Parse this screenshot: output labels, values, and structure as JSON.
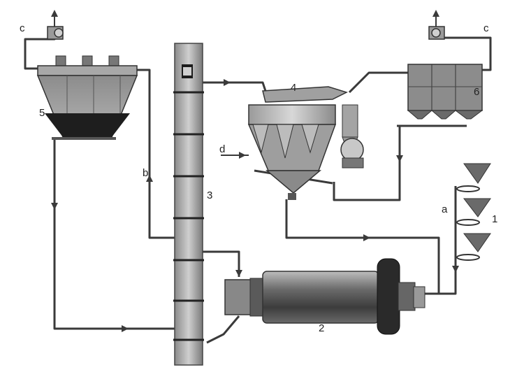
{
  "diagram": {
    "labels": {
      "feed_hoppers": "1",
      "ball_mill": "2",
      "elevator": "3",
      "separator": "4",
      "bag_filter_left": "5",
      "bag_filter_right": "6",
      "stream_a": "a",
      "stream_b": "b",
      "stream_c_left": "c",
      "stream_c_right": "c",
      "stream_d": "d"
    }
  }
}
